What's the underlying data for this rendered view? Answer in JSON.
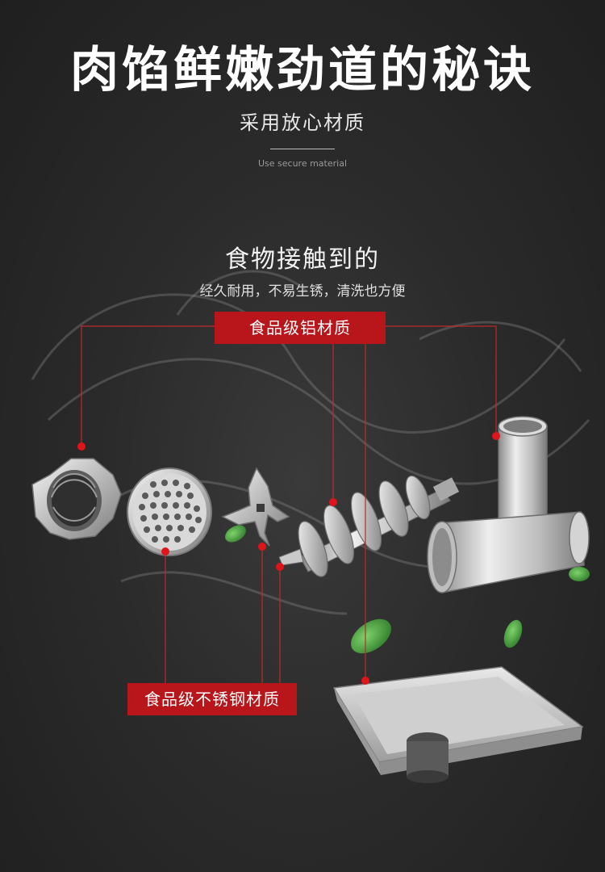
{
  "header": {
    "title": "肉馅鲜嫩劲道的秘诀",
    "subtitle": "采用放心材质",
    "subtitle_en": "Use secure material"
  },
  "feature": {
    "heading": "食物接触到的",
    "description": "经久耐用，不易生锈，清洗也方便"
  },
  "labels": {
    "aluminum": "食品级铝材质",
    "stainless": "食品级不锈钢材质"
  },
  "colors": {
    "accent": "#b8161b",
    "line": "#c0282d",
    "background": "#2b2b2b"
  },
  "parts": [
    {
      "name": "ring-nut",
      "material": "aluminum"
    },
    {
      "name": "grinding-plate",
      "material": "stainless"
    },
    {
      "name": "cross-blade",
      "material": "stainless"
    },
    {
      "name": "auger-screw",
      "material": "aluminum"
    },
    {
      "name": "grinder-head",
      "material": "aluminum"
    },
    {
      "name": "food-tray",
      "material": "aluminum"
    }
  ]
}
